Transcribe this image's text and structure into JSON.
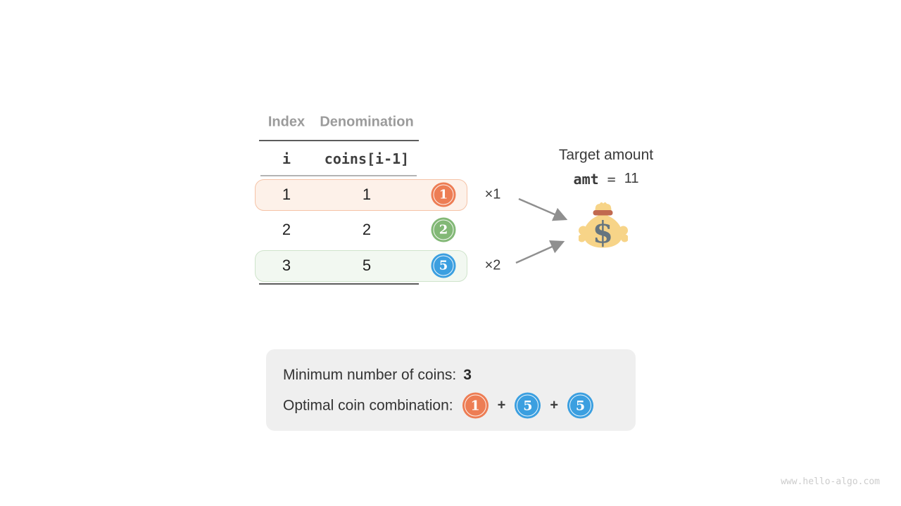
{
  "diagram": {
    "table": {
      "column_headers": [
        "Index",
        "Denomination"
      ],
      "variable_headers": [
        "i",
        "coins[i-1]"
      ],
      "rows": [
        {
          "i": "1",
          "denomination": "1",
          "coin_value": "1",
          "multiplier": "×1"
        },
        {
          "i": "2",
          "denomination": "2",
          "coin_value": "2",
          "multiplier": ""
        },
        {
          "i": "3",
          "denomination": "5",
          "coin_value": "5",
          "multiplier": "×2"
        }
      ]
    },
    "target": {
      "title": "Target amount",
      "variable": "amt",
      "equals": "=",
      "amount": "11"
    },
    "summary": {
      "min_coins_label": "Minimum number of coins:",
      "min_coins_value": "3",
      "combination_label": "Optimal coin combination:",
      "combination_coins": [
        "1",
        "5",
        "5"
      ],
      "plus_sign": "+"
    },
    "watermark": "www.hello-algo.com",
    "colors": {
      "coin_orange": "#ed7d54",
      "coin_green": "#82b876",
      "coin_blue": "#3b9fe0",
      "row_highlight_orange_bg": "#fdf1e9",
      "row_highlight_orange_border": "#f5c3a7",
      "row_highlight_green_bg": "#f2f8f1",
      "row_highlight_green_border": "#cfe4cb",
      "summary_box_bg": "#efefef",
      "arrow_gray": "#8f8f8f",
      "money_bag_body": "#f7d488",
      "money_bag_tie": "#c1694f",
      "money_bag_dollar": "#66757f"
    }
  }
}
